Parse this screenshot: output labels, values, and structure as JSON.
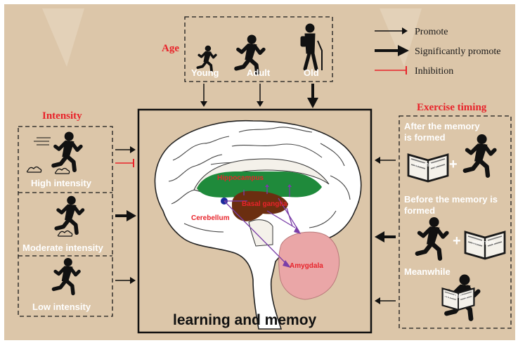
{
  "legend": {
    "promote": "Promote",
    "significantly_promote": "Significantly promote",
    "inhibition": "Inhibition"
  },
  "age": {
    "heading": "Age",
    "groups": [
      "Young",
      "Adult",
      "Old"
    ]
  },
  "intensity": {
    "heading": "Intensity",
    "levels": [
      "High intensity",
      "Moderate intensity",
      "Low intensity"
    ]
  },
  "timing": {
    "heading": "Exercise timing",
    "after_line1": "After the memory",
    "after_line2": "is formed",
    "before_line1": "Before the memory is",
    "before_line2": "formed",
    "meanwhile": "Meanwhile",
    "book_label": "memory",
    "plus": "+"
  },
  "brain": {
    "hippocampus": "Hippocampus",
    "basal_ganglia": "Basal ganglia",
    "cerebellum": "Cerebellum",
    "amygdala": "Amygdala"
  },
  "center_title": "learning and memoy",
  "colors": {
    "background": "#dcc6a9",
    "inhibition": "#e8232a",
    "heading_red": "#e8232a",
    "hippocampus": "#1f8a3b",
    "basal_ganglia": "#6b2e10",
    "cerebellum_dot": "#1a2a9c",
    "amygdala": "#eaa6a7",
    "connections": "#7a3ea8"
  }
}
